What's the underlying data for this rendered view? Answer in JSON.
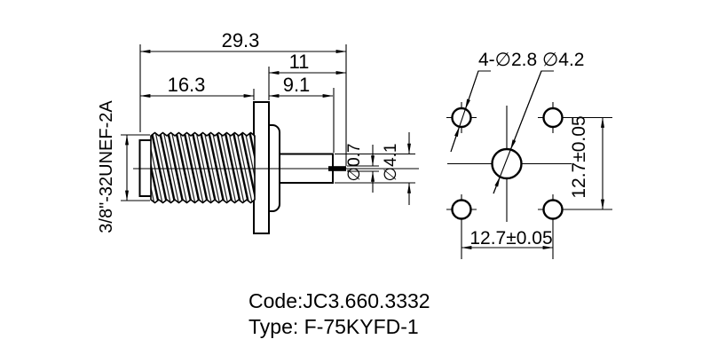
{
  "drawing": {
    "front_view": {
      "dims": {
        "total_length": "29.3",
        "tail_length": "11",
        "thread_length": "16.3",
        "shaft_length": "9.1",
        "pin_diameter": "∅0.7",
        "shaft_diameter": "∅4.1",
        "thread_spec": "3/8\"-32UNEF-2A"
      }
    },
    "flange_view": {
      "dims": {
        "mounting_holes": "4-∅2.8",
        "center_hole": "∅4.2",
        "hole_pitch_vertical": "12.7±0.05",
        "hole_pitch_horizontal": "12.7±0.05"
      }
    },
    "footer": {
      "code": "Code:JC3.660.3332",
      "type": "Type: F-75KYFD-1"
    },
    "colors": {
      "ink": "#000000",
      "paper": "#ffffff"
    }
  }
}
